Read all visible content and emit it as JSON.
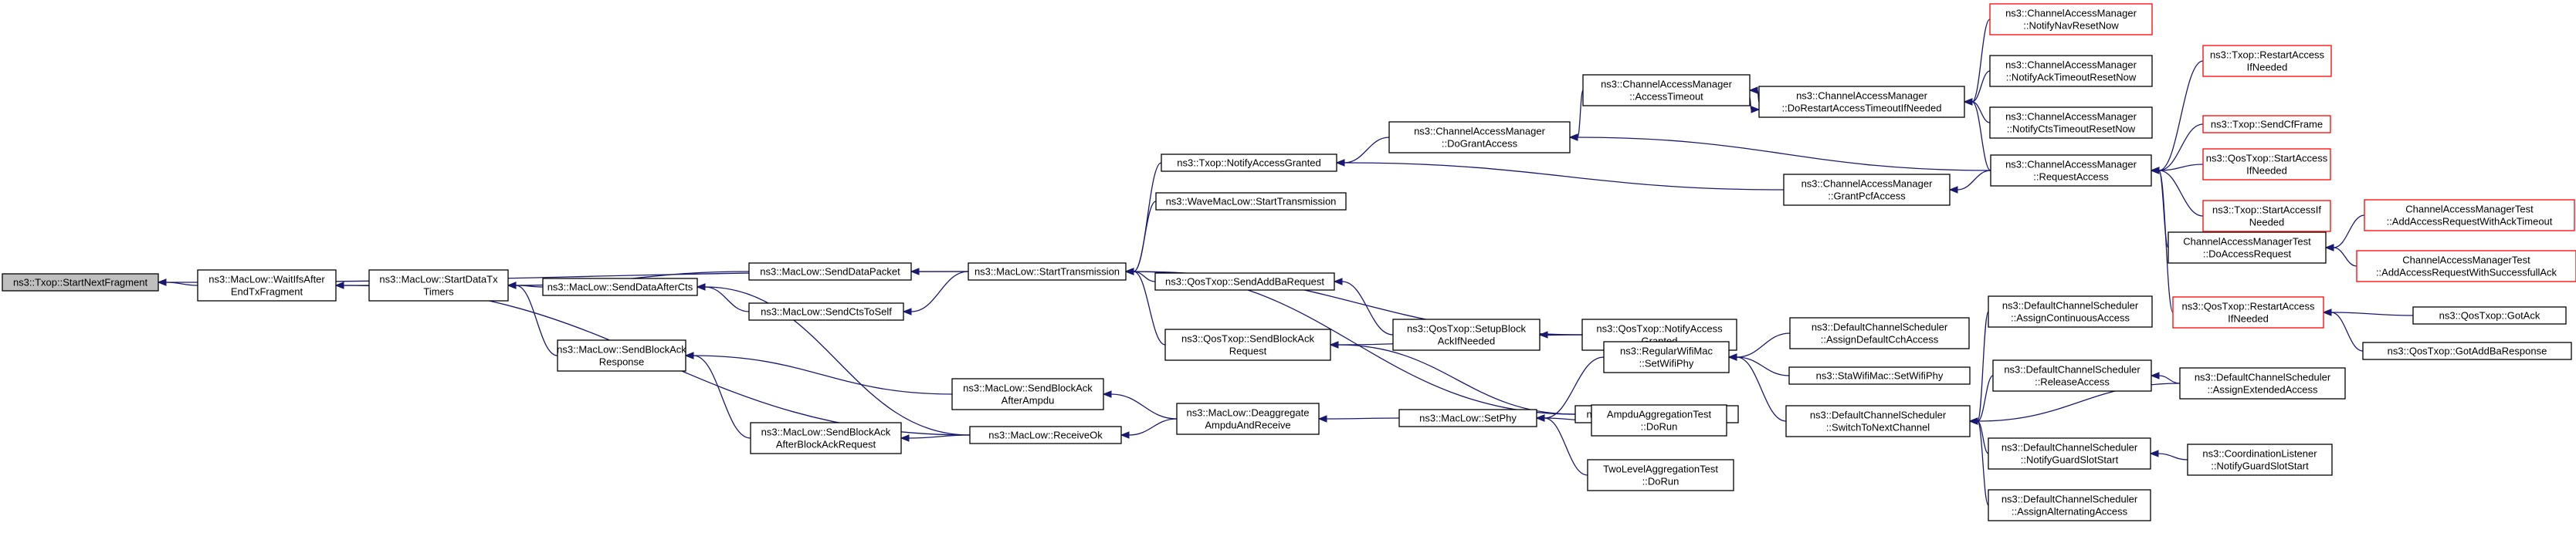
{
  "graph": {
    "nodes": [
      {
        "id": "root",
        "lines": [
          "ns3::Txop::StartNextFragment"
        ],
        "style": "root"
      },
      {
        "id": "waitifs",
        "lines": [
          "ns3::MacLow::WaitIfsAfter",
          "EndTxFragment"
        ]
      },
      {
        "id": "startdatatx",
        "lines": [
          "ns3::MacLow::StartDataTx",
          "Timers"
        ]
      },
      {
        "id": "senddatapacket",
        "lines": [
          "ns3::MacLow::SendDataPacket"
        ]
      },
      {
        "id": "senddataaftercts",
        "lines": [
          "ns3::MacLow::SendDataAfterCts"
        ]
      },
      {
        "id": "sendctstoself",
        "lines": [
          "ns3::MacLow::SendCtsToSelf"
        ]
      },
      {
        "id": "sendblockackresp",
        "lines": [
          "ns3::MacLow::SendBlockAck",
          "Response"
        ]
      },
      {
        "id": "sendbaafterbar",
        "lines": [
          "ns3::MacLow::SendBlockAck",
          "AfterBlockAckRequest"
        ]
      },
      {
        "id": "starttx",
        "lines": [
          "ns3::MacLow::StartTransmission"
        ]
      },
      {
        "id": "sendbaafterampdu",
        "lines": [
          "ns3::MacLow::SendBlockAck",
          "AfterAmpdu"
        ]
      },
      {
        "id": "receiveok",
        "lines": [
          "ns3::MacLow::ReceiveOk"
        ]
      },
      {
        "id": "txopnotify",
        "lines": [
          "ns3::Txop::NotifyAccessGranted"
        ]
      },
      {
        "id": "wavestart",
        "lines": [
          "ns3::WaveMacLow::StartTransmission"
        ]
      },
      {
        "id": "qossendaddba",
        "lines": [
          "ns3::QosTxop::SendAddBaRequest"
        ]
      },
      {
        "id": "qossendbar",
        "lines": [
          "ns3::QosTxop::SendBlockAck",
          "Request"
        ]
      },
      {
        "id": "deaggregate",
        "lines": [
          "ns3::MacLow::Deaggregate",
          "AmpduAndReceive"
        ]
      },
      {
        "id": "dogrant",
        "lines": [
          "ns3::ChannelAccessManager",
          "::DoGrantAccess"
        ]
      },
      {
        "id": "setupblockack",
        "lines": [
          "ns3::QosTxop::SetupBlock",
          "AckIfNeeded"
        ]
      },
      {
        "id": "qosnotifygranted",
        "lines": [
          "ns3::QosTxop::NotifyAccess",
          "Granted"
        ]
      },
      {
        "id": "qosstartnext",
        "lines": [
          "ns3::QosTxop::StartNextPacket"
        ]
      },
      {
        "id": "setphy",
        "lines": [
          "ns3::MacLow::SetPhy"
        ]
      },
      {
        "id": "accesstimeout",
        "lines": [
          "ns3::ChannelAccessManager",
          "::AccessTimeout"
        ]
      },
      {
        "id": "grantpcf",
        "lines": [
          "ns3::ChannelAccessManager",
          "::GrantPcfAccess"
        ]
      },
      {
        "id": "regularsetphy",
        "lines": [
          "ns3::RegularWifiMac",
          "::SetWifiPhy"
        ]
      },
      {
        "id": "ampdutest",
        "lines": [
          "AmpduAggregationTest",
          "::DoRun"
        ]
      },
      {
        "id": "twoleveltest",
        "lines": [
          "TwoLevelAggregationTest",
          "::DoRun"
        ]
      },
      {
        "id": "dorestart",
        "lines": [
          "ns3::ChannelAccessManager",
          "::DoRestartAccessTimeoutIfNeeded"
        ]
      },
      {
        "id": "requestaccess",
        "lines": [
          "ns3::ChannelAccessManager",
          "::RequestAccess"
        ]
      },
      {
        "id": "assigndefault",
        "lines": [
          "ns3::DefaultChannelScheduler",
          "::AssignDefaultCchAccess"
        ]
      },
      {
        "id": "stasetphy",
        "lines": [
          "ns3::StaWifiMac::SetWifiPhy"
        ]
      },
      {
        "id": "switchnext",
        "lines": [
          "ns3::DefaultChannelScheduler",
          "::SwitchToNextChannel"
        ]
      },
      {
        "id": "notifynavreset",
        "lines": [
          "ns3::ChannelAccessManager",
          "::NotifyNavResetNow"
        ],
        "style": "red"
      },
      {
        "id": "notifyackreset",
        "lines": [
          "ns3::ChannelAccessManager",
          "::NotifyAckTimeoutResetNow"
        ]
      },
      {
        "id": "notifyctsreset",
        "lines": [
          "ns3::ChannelAccessManager",
          "::NotifyCtsTimeoutResetNow"
        ]
      },
      {
        "id": "camtestdoaccess",
        "lines": [
          "ChannelAccessManagerTest",
          "::DoAccessRequest"
        ]
      },
      {
        "id": "qosrestart",
        "lines": [
          "ns3::QosTxop::RestartAccess",
          "IfNeeded"
        ],
        "style": "red"
      },
      {
        "id": "assigncontinuous",
        "lines": [
          "ns3::DefaultChannelScheduler",
          "::AssignContinuousAccess"
        ]
      },
      {
        "id": "releaseaccess",
        "lines": [
          "ns3::DefaultChannelScheduler",
          "::ReleaseAccess"
        ]
      },
      {
        "id": "notifyguard",
        "lines": [
          "ns3::DefaultChannelScheduler",
          "::NotifyGuardSlotStart"
        ]
      },
      {
        "id": "assignalternating",
        "lines": [
          "ns3::DefaultChannelScheduler",
          "::AssignAlternatingAccess"
        ]
      },
      {
        "id": "txoprestart",
        "lines": [
          "ns3::Txop::RestartAccess",
          "IfNeeded"
        ],
        "style": "red"
      },
      {
        "id": "txopsendcf",
        "lines": [
          "ns3::Txop::SendCfFrame"
        ],
        "style": "red"
      },
      {
        "id": "qosstartaccess",
        "lines": [
          "ns3::QosTxop::StartAccess",
          "IfNeeded"
        ],
        "style": "red"
      },
      {
        "id": "txopstartaccess",
        "lines": [
          "ns3::Txop::StartAccessIf",
          "Needed"
        ],
        "style": "red"
      },
      {
        "id": "addacktimeout",
        "lines": [
          "ChannelAccessManagerTest",
          "::AddAccessRequestWithAckTimeout"
        ],
        "style": "red"
      },
      {
        "id": "addsuccessfull",
        "lines": [
          "ChannelAccessManagerTest",
          "::AddAccessRequestWithSuccessfullAck"
        ],
        "style": "red"
      },
      {
        "id": "qosgotack",
        "lines": [
          "ns3::QosTxop::GotAck"
        ]
      },
      {
        "id": "qosgotaddba",
        "lines": [
          "ns3::QosTxop::GotAddBaResponse"
        ]
      },
      {
        "id": "assignextended",
        "lines": [
          "ns3::DefaultChannelScheduler",
          "::AssignExtendedAccess"
        ]
      },
      {
        "id": "coordlistener",
        "lines": [
          "ns3::CoordinationListener",
          "::NotifyGuardSlotStart"
        ]
      }
    ]
  }
}
